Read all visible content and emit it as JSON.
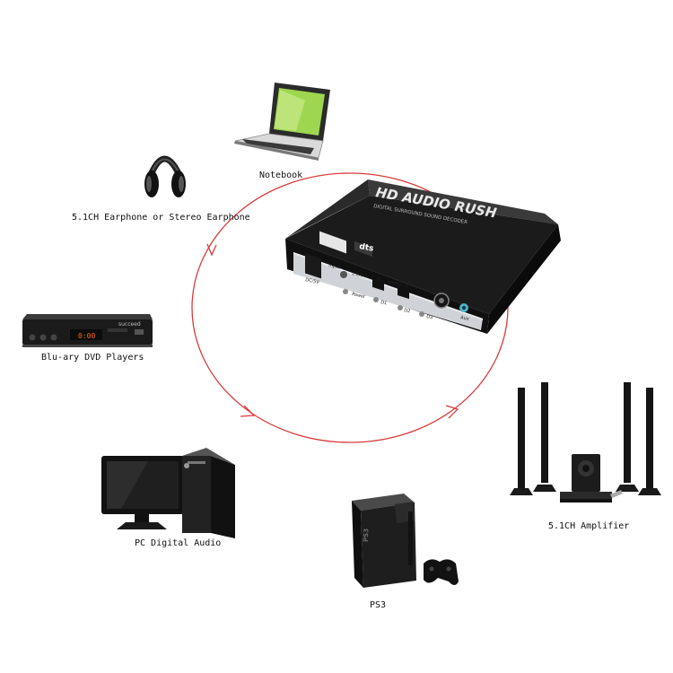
{
  "nodes": {
    "notebook": {
      "label": "Notebook"
    },
    "earphone": {
      "label": "5.1CH Earphone or Stereo Earphone"
    },
    "bluray": {
      "label": "Blu-ary DVD Players",
      "display": "0:00",
      "brand": "succeed"
    },
    "pc": {
      "label": "PC Digital Audio"
    },
    "ps3": {
      "label": "PS3",
      "console_mark": "PS3"
    },
    "amplifier": {
      "label": "5.1CH Amplifier"
    }
  },
  "decoder": {
    "title": "HD AUDIO RUSH",
    "subtitle": "DIGITAL SURROUND SOUND DECODER",
    "logo_text": "dts",
    "ports": {
      "dc": "DC/5V",
      "input": "Input",
      "mode": "2.0/5.1",
      "spdif": "1 — Spdif — 2",
      "power": "Power",
      "d1": "D1",
      "d2": "D2",
      "d3": "D3",
      "coaxial": "Coaxial",
      "aux": "Aux"
    }
  },
  "colors": {
    "loop": "#d93a3a",
    "device_dark": "#1a1a1a",
    "panel": "#cfd2d6"
  }
}
